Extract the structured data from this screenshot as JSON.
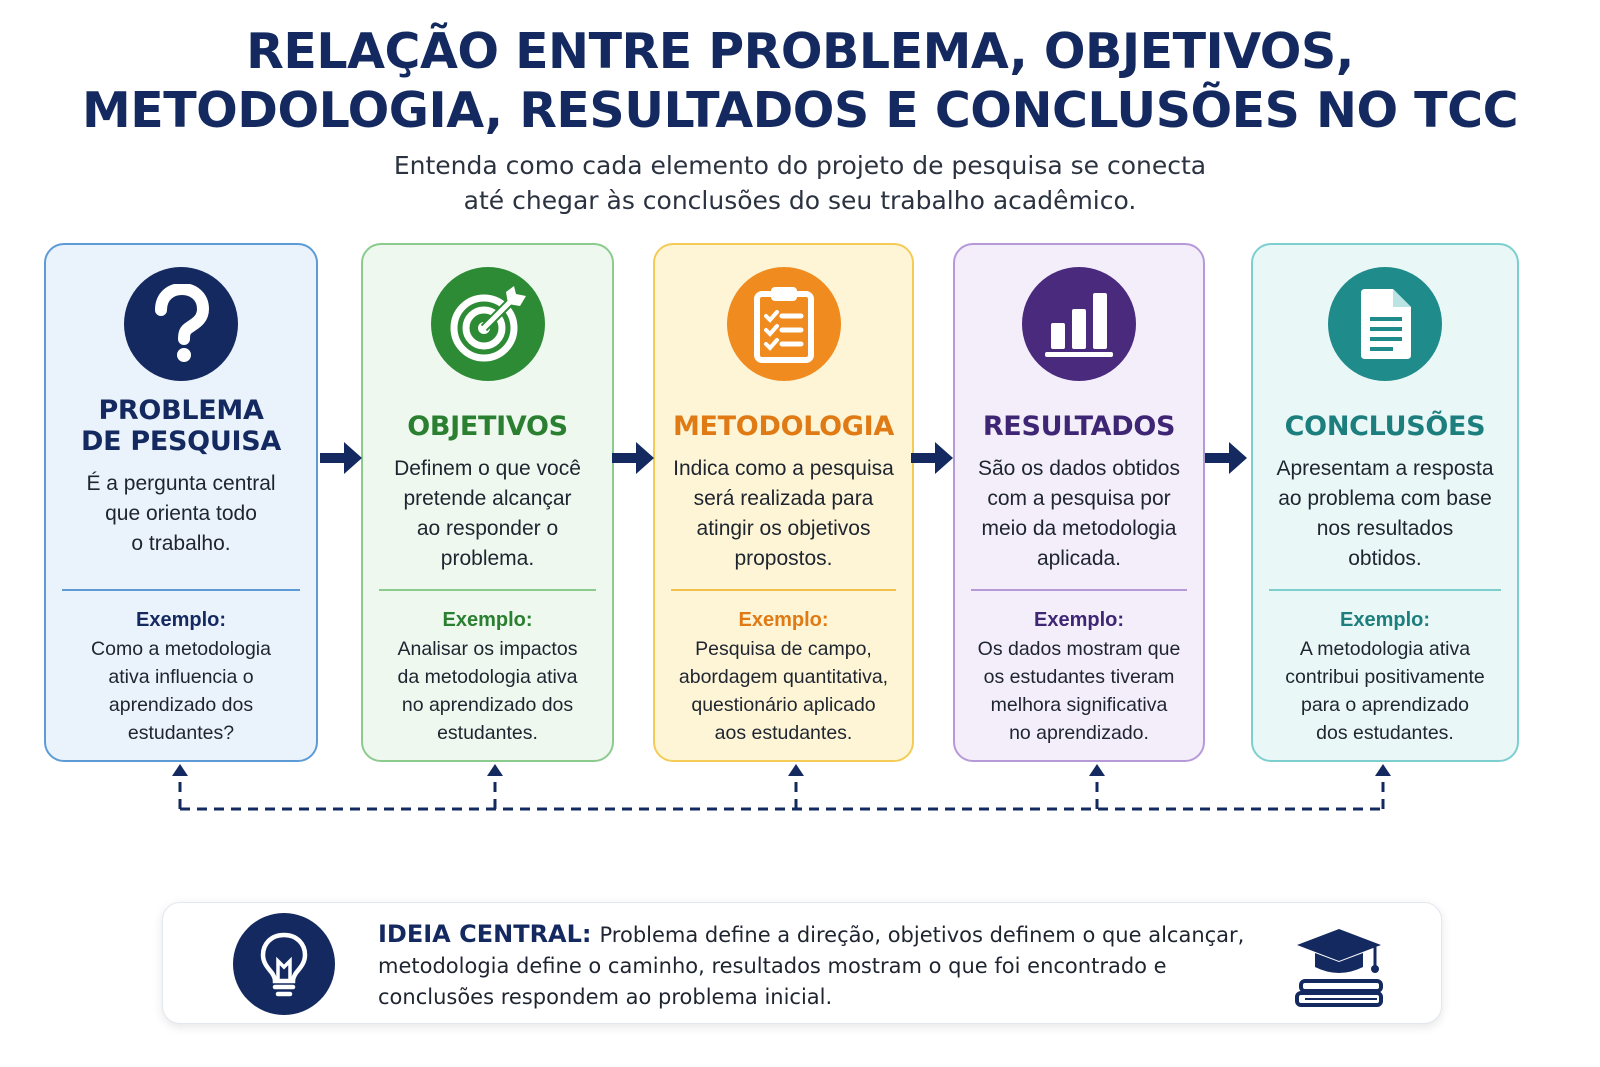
{
  "title": {
    "line1": "RELAÇÃO ENTRE PROBLEMA, OBJETIVOS,",
    "line2": "METODOLOGIA, RESULTADOS E CONCLUSÕES NO TCC"
  },
  "subtitle": {
    "line1": "Entenda como cada elemento do projeto de pesquisa se conecta",
    "line2": "até chegar às conclusões do seu trabalho acadêmico."
  },
  "cards": [
    {
      "icon": "question-mark-icon",
      "title": "PROBLEMA\nDE PESQUISA",
      "description": "É a pergunta central\nque orienta todo\no trabalho.",
      "example_label": "Exemplo:",
      "example_text": "Como a metodologia\nativa influencia o\naprendizado dos\nestudantes?",
      "accent": "#13295f",
      "title_color": "#13295f",
      "border": "#5d9bd6",
      "bg": "#eaf2fc",
      "divider": "#5d9bd6"
    },
    {
      "icon": "target-icon",
      "title": "OBJETIVOS",
      "description": "Definem o que você\npretende alcançar\nao responder o\nproblema.",
      "example_label": "Exemplo:",
      "example_text": "Analisar os impactos\nda metodologia ativa\nno aprendizado dos\nestudantes.",
      "accent": "#2e8b35",
      "title_color": "#2a7f30",
      "border": "#8ccb8e",
      "bg": "#eef8ee",
      "divider": "#8ccb8e"
    },
    {
      "icon": "clipboard-checklist-icon",
      "title": "METODOLOGIA",
      "description": "Indica como a pesquisa\nserá realizada para\natingir os objetivos\npropostos.",
      "example_label": "Exemplo:",
      "example_text": "Pesquisa de campo,\nabordagem quantitativa,\nquestionário aplicado\naos estudantes.",
      "accent": "#ef8b1f",
      "title_color": "#e07a14",
      "border": "#f5cb58",
      "bg": "#fdf5d6",
      "divider": "#f0c24c"
    },
    {
      "icon": "bar-chart-icon",
      "title": "RESULTADOS",
      "description": "São os dados obtidos\ncom a pesquisa por\nmeio da metodologia\naplicada.",
      "example_label": "Exemplo:",
      "example_text": "Os dados mostram que\nos estudantes tiveram\nmelhora significativa\nno aprendizado.",
      "accent": "#4a2a7d",
      "title_color": "#3f2674",
      "border": "#b69ad8",
      "bg": "#f3eefa",
      "divider": "#b69ad8"
    },
    {
      "icon": "document-icon",
      "title": "CONCLUSÕES",
      "description": "Apresentam a resposta\nao problema com base\nnos resultados\nobtidos.",
      "example_label": "Exemplo:",
      "example_text": "A metodologia ativa\ncontribui positivamente\npara o aprendizado\ndos estudantes.",
      "accent": "#1f8b8a",
      "title_color": "#1c7f7e",
      "border": "#7dcfcf",
      "bg": "#e9f7f7",
      "divider": "#7dcfcf"
    }
  ],
  "flow_arrow_color": "#13295f",
  "feedback_line_color": "#13295f",
  "banner": {
    "label": "IDEIA CENTRAL:",
    "text": "Problema define a direção, objetivos definem o que alcançar, metodologia define o caminho, resultados mostram o que foi encontrado e conclusões respondem ao problema inicial.",
    "icon_left": "lightbulb-icon",
    "icon_right": "graduation-cap-books-icon"
  }
}
